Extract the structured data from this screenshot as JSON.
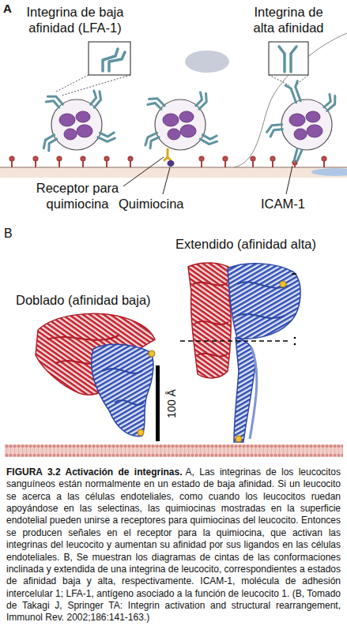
{
  "diagram": {
    "title": "FIGURA 3.2 Activación de integrinas.",
    "caption": "A, Las integrinas de los leucocitos sanguíneos están normalmente en un estado de baja afinidad. Si un leucocito se acerca a las células endoteliales, como cuando los leucocitos ruedan apoyándose en las selectinas, las quimiocinas mostradas en la superficie endotelial pueden unirse a receptores para quimiocinas del leucocito. Entonces se producen señales en el receptor para la quimiocina, que activan las integrinas del leucocito y aumentan su afinidad por sus ligandos en las células endoteliales. B, Se muestran los diagramas de cintas de las conformaciones inclinada y extendida de una integrina de leucocito, correspondientes a estados de afinidad baja y alta, respectivamente. ICAM-1, molécula de adhesión intercelular 1; LFA-1, antígeno asociado a la función de leucocito 1. (B, Tomado de Takagi J, Springer TA: Integrin activation and structural rearrangement, Immunol Rev. 2002;186:141-163.)",
    "labels": [
      "A",
      "Integrina de baja afinidad (LFA-1)",
      "Integrina de alta afinidad",
      "Receptor para quimiocina",
      "Quimiocina",
      "ICAM-1",
      "B",
      "Extendido (afinidad alta)",
      "Doblado (afinidad baja)",
      "100 Å"
    ]
  }
}
